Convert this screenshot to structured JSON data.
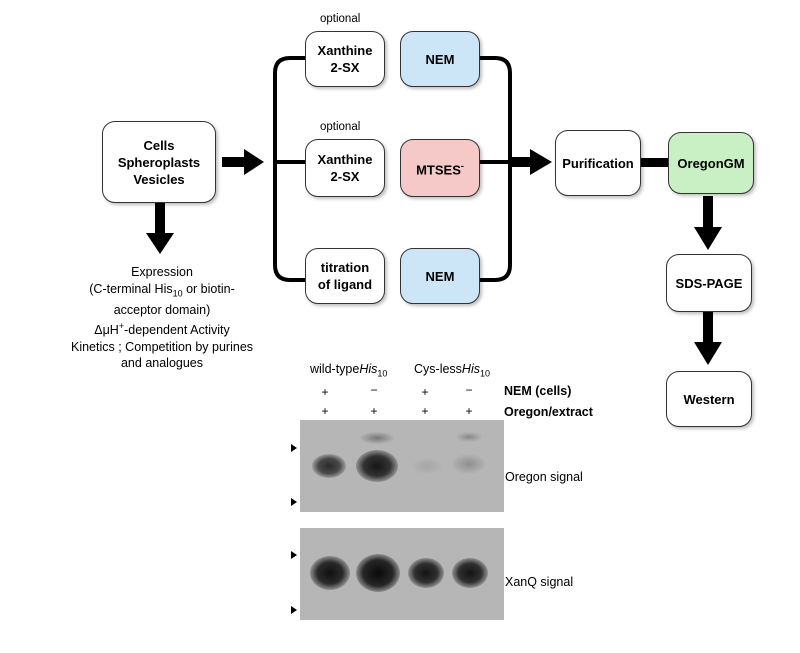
{
  "diagram": {
    "cells_box": [
      "Cells",
      "Spheroplasts",
      "Vesicles"
    ],
    "expression_notes": {
      "line1": "Expression",
      "line2_pre": "(C-terminal His",
      "line2_sub": "10",
      "line2_post": " or biotin-",
      "line3": "acceptor domain)",
      "line4_pre": "ΔμH",
      "line4_sup": "+",
      "line4_post": "-dependent Activity",
      "line5": "Kinetics ; Competition by purines",
      "line6": "and analogues"
    },
    "optional_label_1": "optional",
    "optional_label_2": "optional",
    "xanthine_1": [
      "Xanthine",
      "2-SX"
    ],
    "xanthine_2": [
      "Xanthine",
      "2-SX"
    ],
    "titration": [
      "titration",
      "of ligand"
    ],
    "nem_top": "NEM",
    "mtses": "MTSES",
    "mtses_sup": "-",
    "nem_bottom": "NEM",
    "purification": "Purification",
    "oregongm": "OregonGM",
    "sds_page": "SDS-PAGE",
    "western": "Western",
    "colors": {
      "nem": "#cce6f7",
      "mtses": "#f4c9c8",
      "oregongm": "#c9f0c4"
    }
  },
  "blot": {
    "wildtype_pre": "wild-type",
    "wildtype_his": "His",
    "wildtype_sub": "10",
    "cysless_pre": "Cys-less",
    "cysless_his": "His",
    "cysless_sub": "10",
    "nem_row_symbols": [
      "+",
      "−",
      "+",
      "−"
    ],
    "nem_row_label": "NEM (cells)",
    "oregon_row_symbols": [
      "+",
      "+",
      "+",
      "+"
    ],
    "oregon_row_label": "Oregon/extract",
    "oregon_signal": "Oregon signal",
    "xanq_signal": "XanQ signal"
  }
}
